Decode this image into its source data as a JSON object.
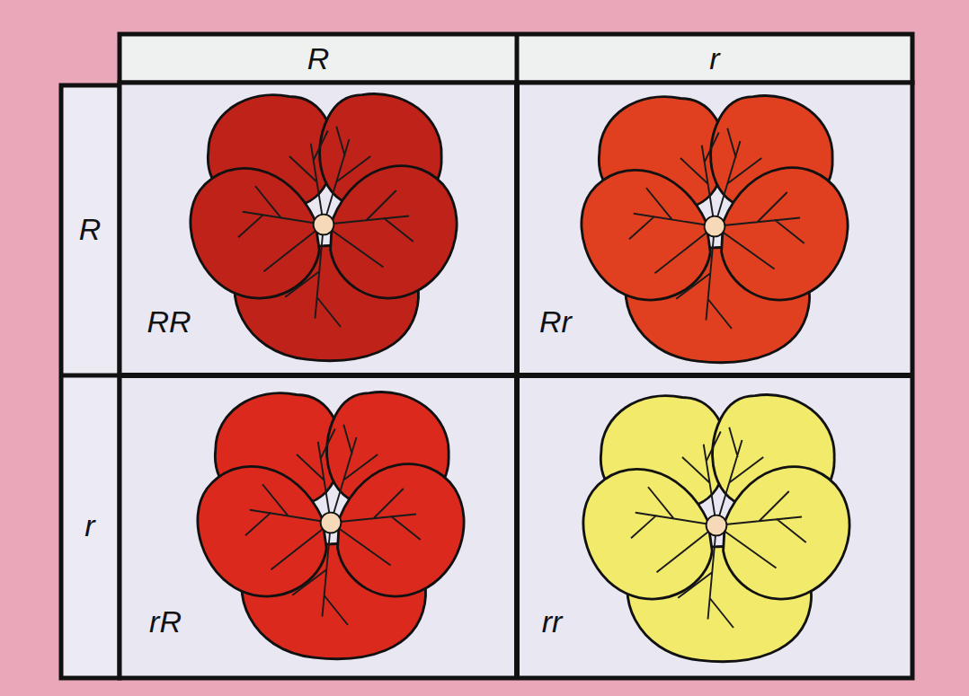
{
  "diagram": {
    "labels": [
      "R",
      "r",
      "R",
      "r",
      "RR",
      "Rr",
      "rR",
      "rr"
    ]
  }
}
